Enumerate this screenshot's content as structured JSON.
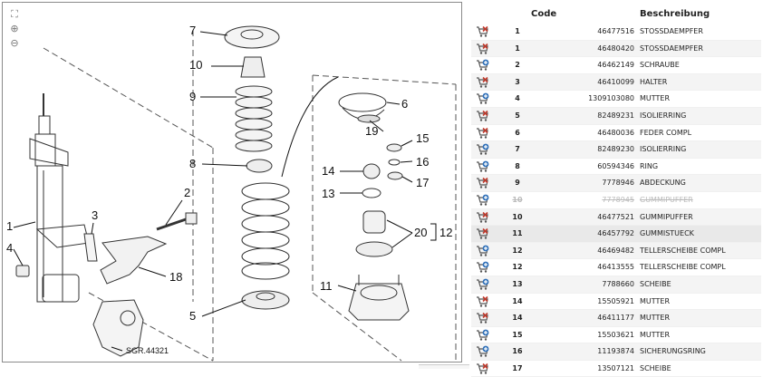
{
  "diagram": {
    "callouts": [
      "7",
      "10",
      "9",
      "8",
      "5",
      "6",
      "19",
      "15",
      "16",
      "17",
      "14",
      "13",
      "20",
      "12",
      "11",
      "2",
      "3",
      "18",
      "1",
      "4"
    ],
    "ref_label": "SGR.44321",
    "zoom_in_icon": "zoom-in-icon",
    "zoom_out_icon": "zoom-out-icon"
  },
  "table": {
    "headers": {
      "code": "Code",
      "description": "Beschreibung"
    },
    "rows": [
      {
        "pos": "1",
        "code": "46477516",
        "desc": "STOSSDAEMPFER",
        "icon": "cart-remove-icon",
        "state": "normal"
      },
      {
        "pos": "1",
        "code": "46480420",
        "desc": "STOSSDAEMPFER",
        "icon": "cart-remove-icon",
        "state": "normal"
      },
      {
        "pos": "2",
        "code": "46462149",
        "desc": "SCHRAUBE",
        "icon": "cart-add-icon",
        "state": "normal"
      },
      {
        "pos": "3",
        "code": "46410099",
        "desc": "HALTER",
        "icon": "cart-remove-icon",
        "state": "normal"
      },
      {
        "pos": "4",
        "code": "1309103080",
        "desc": "MUTTER",
        "icon": "cart-add-icon",
        "state": "normal"
      },
      {
        "pos": "5",
        "code": "82489231",
        "desc": "ISOLIERRING",
        "icon": "cart-remove-icon",
        "state": "normal"
      },
      {
        "pos": "6",
        "code": "46480036",
        "desc": "FEDER COMPL",
        "icon": "cart-remove-icon",
        "state": "normal"
      },
      {
        "pos": "7",
        "code": "82489230",
        "desc": "ISOLIERRING",
        "icon": "cart-add-icon",
        "state": "normal"
      },
      {
        "pos": "8",
        "code": "60594346",
        "desc": "RING",
        "icon": "cart-add-icon",
        "state": "normal"
      },
      {
        "pos": "9",
        "code": "7778946",
        "desc": "ABDECKUNG",
        "icon": "cart-remove-icon",
        "state": "normal"
      },
      {
        "pos": "10",
        "code": "7778945",
        "desc": "GUMMIPUFFER",
        "icon": "cart-add-icon",
        "state": "disabled"
      },
      {
        "pos": "10",
        "code": "46477521",
        "desc": "GUMMIPUFFER",
        "icon": "cart-remove-icon",
        "state": "normal"
      },
      {
        "pos": "11",
        "code": "46457792",
        "desc": "GUMMISTUECK",
        "icon": "cart-remove-icon",
        "state": "highlight"
      },
      {
        "pos": "12",
        "code": "46469482",
        "desc": "TELLERSCHEIBE COMPL",
        "icon": "cart-add-icon",
        "state": "normal"
      },
      {
        "pos": "12",
        "code": "46413555",
        "desc": "TELLERSCHEIBE COMPL",
        "icon": "cart-add-icon",
        "state": "normal"
      },
      {
        "pos": "13",
        "code": "7788660",
        "desc": "SCHEIBE",
        "icon": "cart-add-icon",
        "state": "normal"
      },
      {
        "pos": "14",
        "code": "15505921",
        "desc": "MUTTER",
        "icon": "cart-remove-icon",
        "state": "normal"
      },
      {
        "pos": "14",
        "code": "46411177",
        "desc": "MUTTER",
        "icon": "cart-remove-icon",
        "state": "normal"
      },
      {
        "pos": "15",
        "code": "15503621",
        "desc": "MUTTER",
        "icon": "cart-add-icon",
        "state": "normal"
      },
      {
        "pos": "16",
        "code": "11193874",
        "desc": "SICHERUNGSRING",
        "icon": "cart-add-icon",
        "state": "normal"
      },
      {
        "pos": "17",
        "code": "13507121",
        "desc": "SCHEIBE",
        "icon": "cart-remove-icon",
        "state": "normal"
      }
    ]
  },
  "colors": {
    "add": "#2e6fb8",
    "remove": "#c0392b",
    "cart": "#555555"
  }
}
